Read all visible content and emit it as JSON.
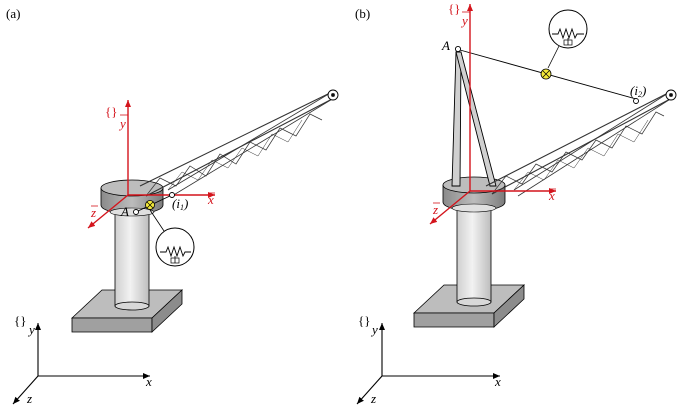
{
  "panels": {
    "a": {
      "tag": "(a)",
      "point_label": "A",
      "joint_label": "(i",
      "joint_sub": "1",
      "joint_close": ")",
      "local_frame": {
        "brace": "{}",
        "x": "x",
        "y": "y",
        "z": "z"
      },
      "global_frame": {
        "brace": "{}",
        "x": "x",
        "y": "y",
        "z": "z"
      }
    },
    "b": {
      "tag": "(b)",
      "point_label": "A",
      "joint_label": "(i",
      "joint_sub": "2",
      "joint_close": ")",
      "local_frame": {
        "brace": "{}",
        "x": "x",
        "y": "y",
        "z": "z"
      },
      "global_frame": {
        "brace": "{}",
        "x": "x",
        "y": "y",
        "z": "z"
      }
    }
  },
  "colors": {
    "axis_red": "#d4141c",
    "axis_black": "#000000",
    "pad_gray": "#a8a8a8",
    "column_light": "#e6e6e6",
    "turret_gray": "#9a9a9a",
    "sensor_yellow": "#f4ea3a"
  },
  "icons": [
    "spring-dashpot-icon",
    "force-sensor-icon",
    "pulley-icon"
  ]
}
